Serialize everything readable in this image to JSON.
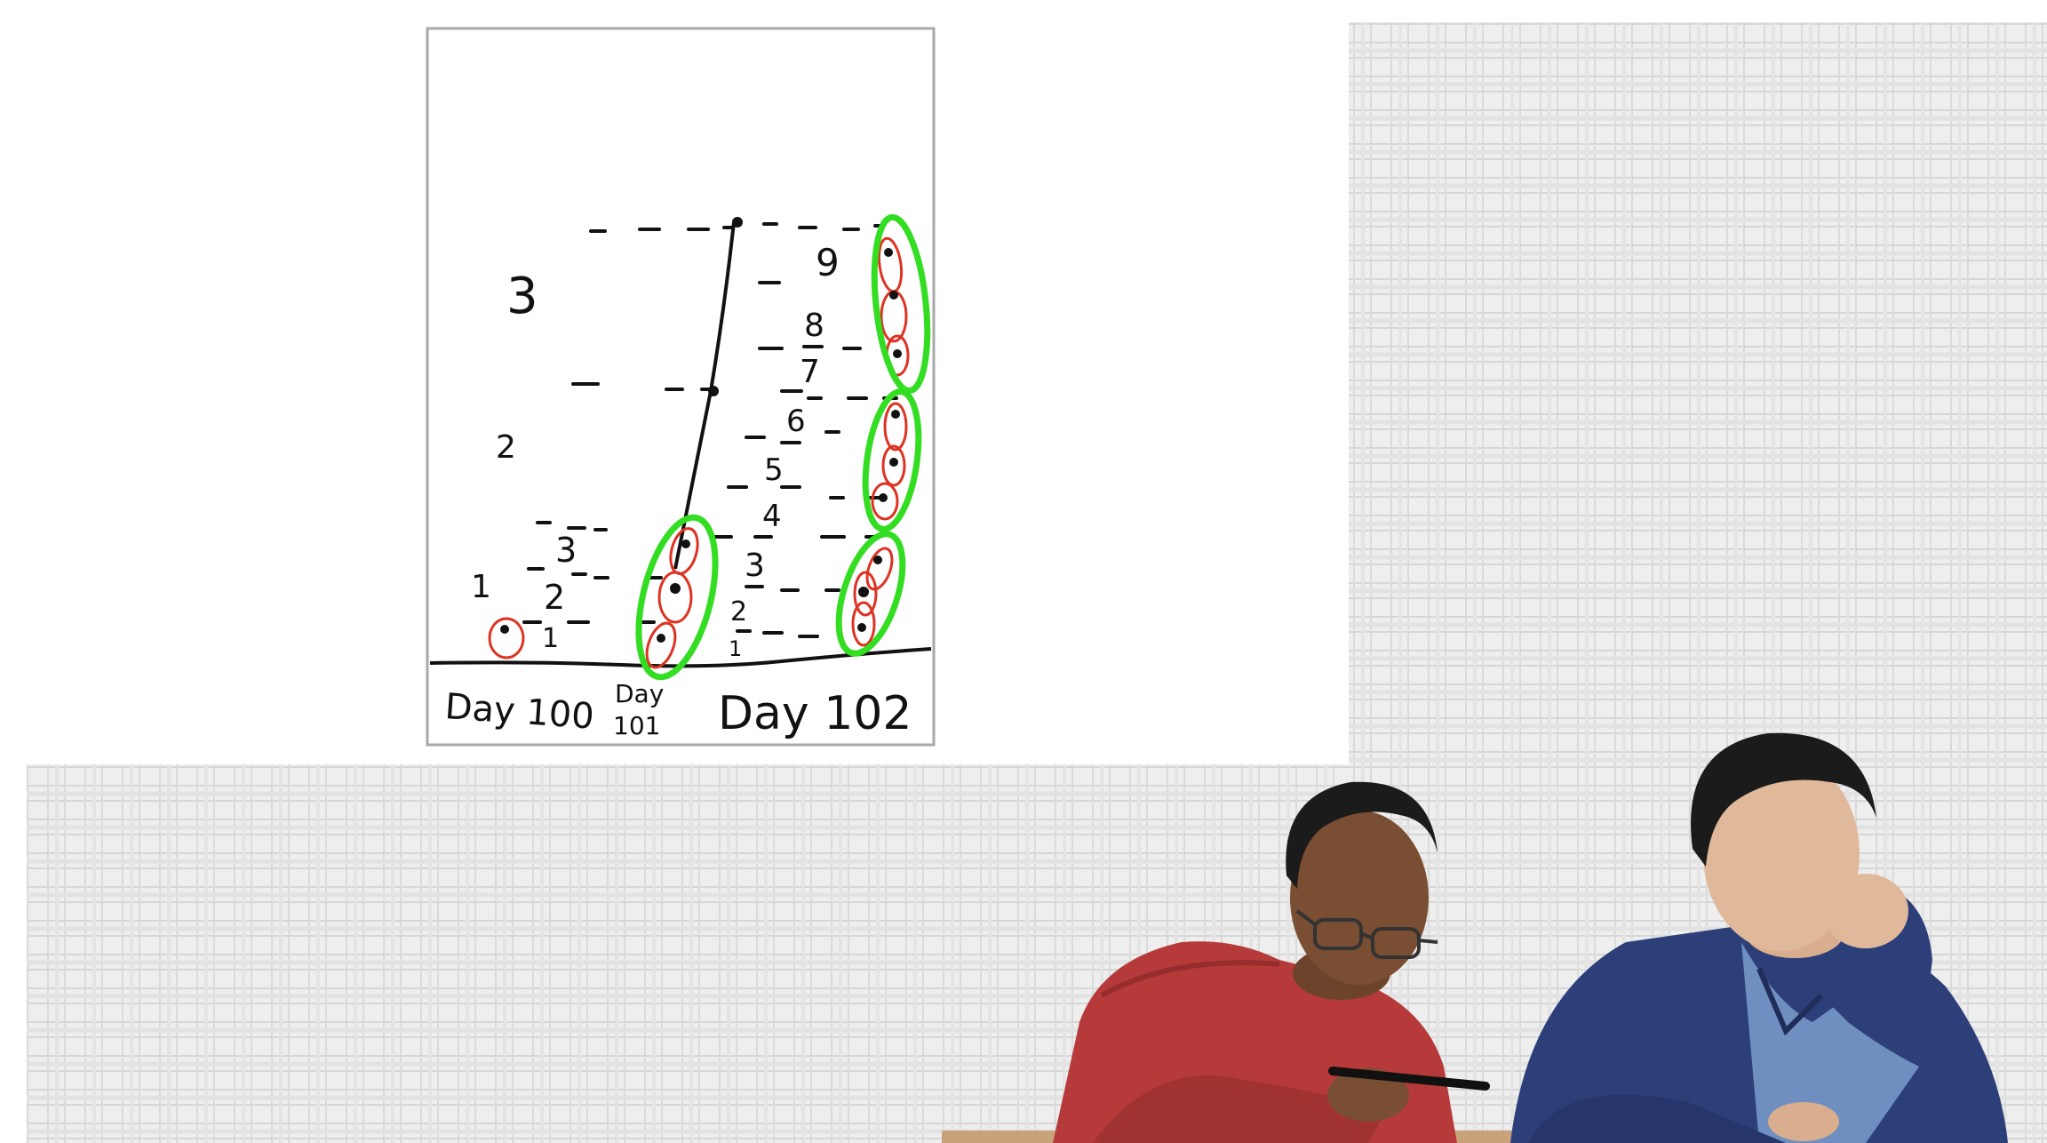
{
  "scene": {
    "description_free": true,
    "colors": {
      "background_grid": "#ececec",
      "grid_line": "#d2d2d2",
      "page_border": "#a8a8a8",
      "ink": "#111111",
      "green_loop": "#33dd22",
      "red_loop": "#dd3322",
      "left_student_hoodie": "#b73a3a",
      "right_student_shirt": "#2d3f78",
      "right_student_panel": "#6e8fc0",
      "hair": "#1b1b1b",
      "skin_left": "#7a4e32",
      "skin_right": "#e0b89a",
      "desk": "#c9a27a"
    }
  },
  "drawing": {
    "row_labels_left": [
      "3",
      "2",
      "1"
    ],
    "day100_counts": [
      "3",
      "2",
      "1"
    ],
    "day102_counts": [
      "9",
      "8",
      "7",
      "6",
      "5",
      "4",
      "3",
      "2",
      "1"
    ],
    "day100_label": "Day 100",
    "day101_label_top": "Day",
    "day101_label_bottom": "101",
    "day102_label": "Day 102"
  }
}
